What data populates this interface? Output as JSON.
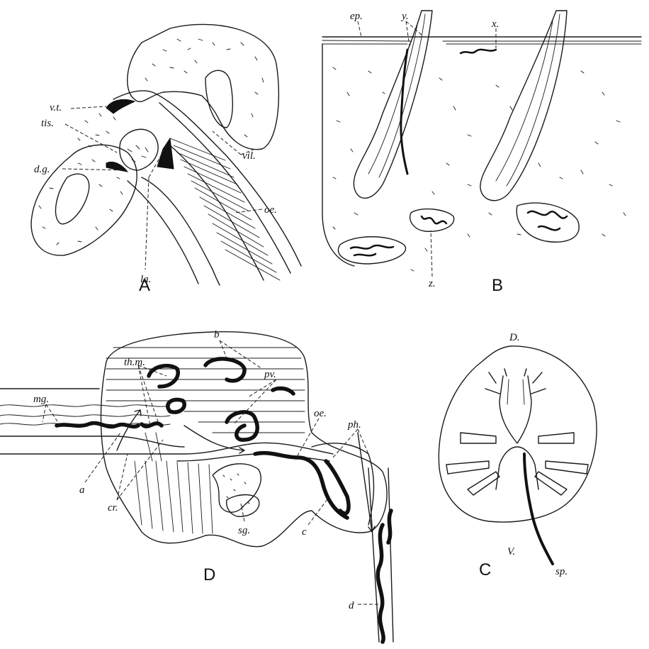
{
  "figures": {
    "A": {
      "caption": "A",
      "labels": {
        "vt": "v.t.",
        "tis": "tis.",
        "dg": "d.g.",
        "la": "la.",
        "vil": "vil.",
        "oe": "oe."
      }
    },
    "B": {
      "caption": "B",
      "labels": {
        "ep": "ep.",
        "y": "y.",
        "x": "x.",
        "z": "z."
      }
    },
    "C": {
      "caption": "C",
      "labels": {
        "D": "D.",
        "V": "V.",
        "sp": "sp."
      }
    },
    "D": {
      "caption": "D",
      "labels": {
        "thm": "th.m.",
        "b": "b",
        "pv": "pv.",
        "mg": "mg.",
        "oe": "oe.",
        "ph": "ph.",
        "a": "a",
        "cr": "cr.",
        "sg": "sg.",
        "c": "c",
        "d": "d"
      }
    }
  }
}
